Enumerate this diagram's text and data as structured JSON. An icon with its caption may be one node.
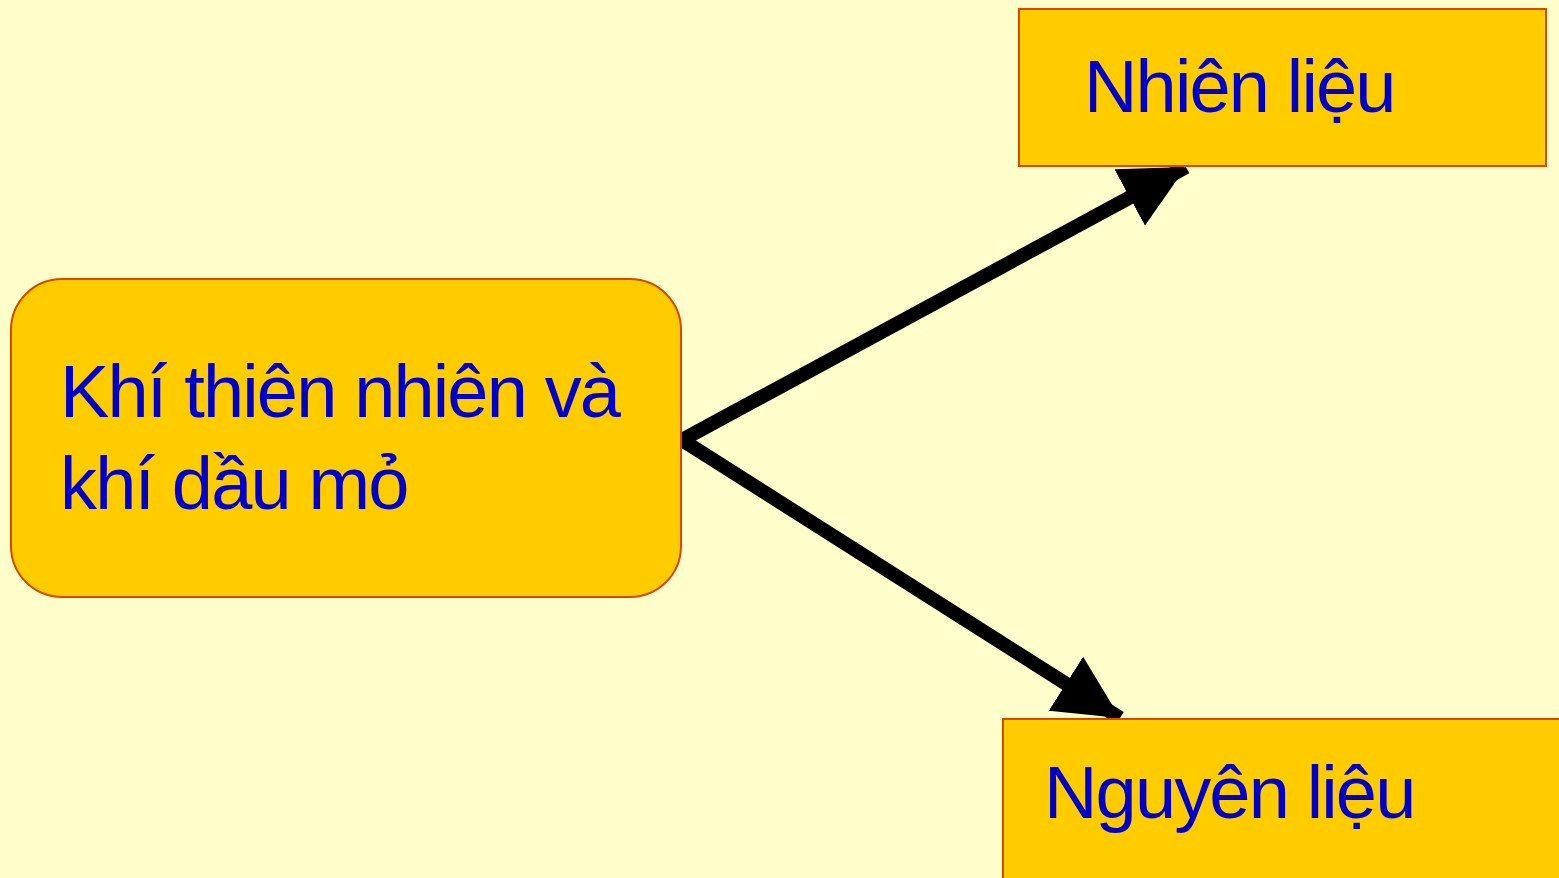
{
  "diagram": {
    "nodes": [
      {
        "text": [
          "Khí thiên nhiên và khí dầu mỏ"
        ]
      },
      {
        "text": [
          "Nhiên liệu"
        ]
      },
      {
        "text": [
          "Nguyên liệu"
        ]
      }
    ],
    "edges": [
      {
        "from": 0,
        "to": 1,
        "arrow": "to"
      },
      {
        "from": 0,
        "to": 2,
        "arrow": "to"
      }
    ]
  }
}
